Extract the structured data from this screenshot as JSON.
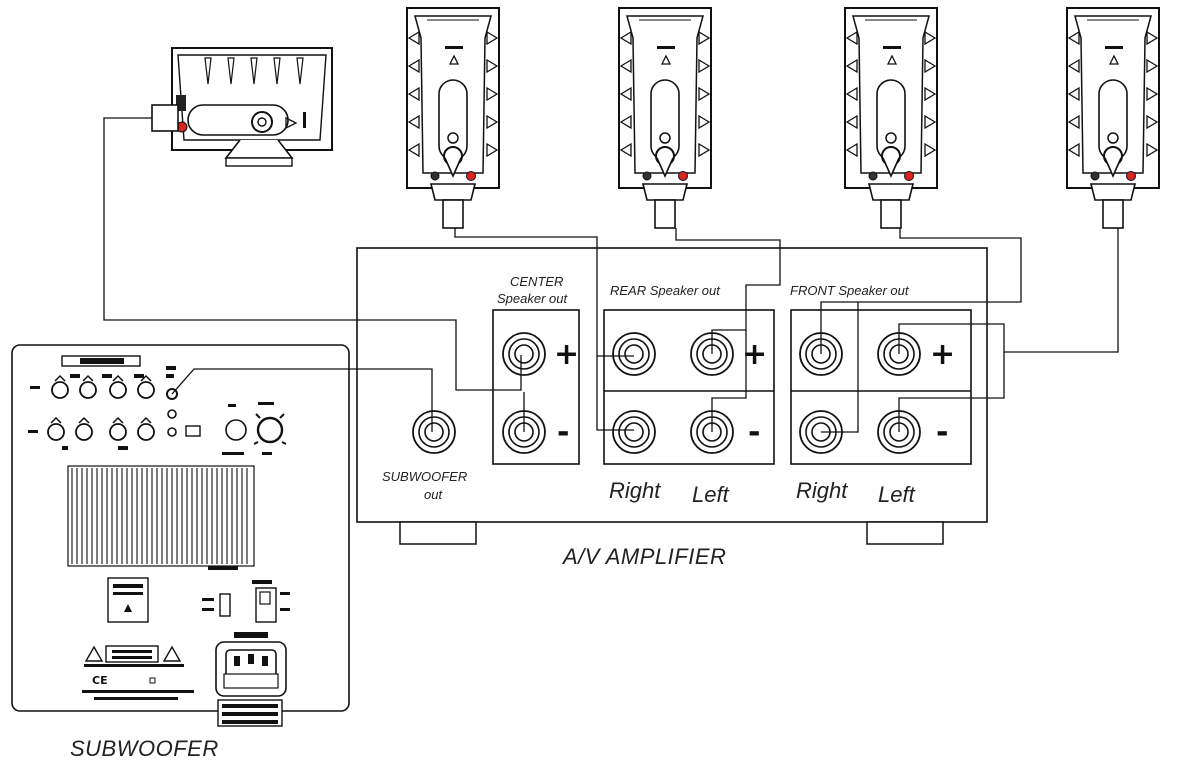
{
  "amplifier": {
    "title": "A/V AMPLIFIER",
    "center_label_1": "CENTER",
    "center_label_2": "Speaker out",
    "rear_label": "REAR Speaker out",
    "front_label": "FRONT Speaker out",
    "sub_label_1": "SUBWOOFER",
    "sub_label_2": "out",
    "rear_right": "Right",
    "rear_left": "Left",
    "front_right": "Right",
    "front_left": "Left",
    "plus": "+",
    "minus": "-"
  },
  "subwoofer": {
    "title": "SUBWOOFER"
  }
}
